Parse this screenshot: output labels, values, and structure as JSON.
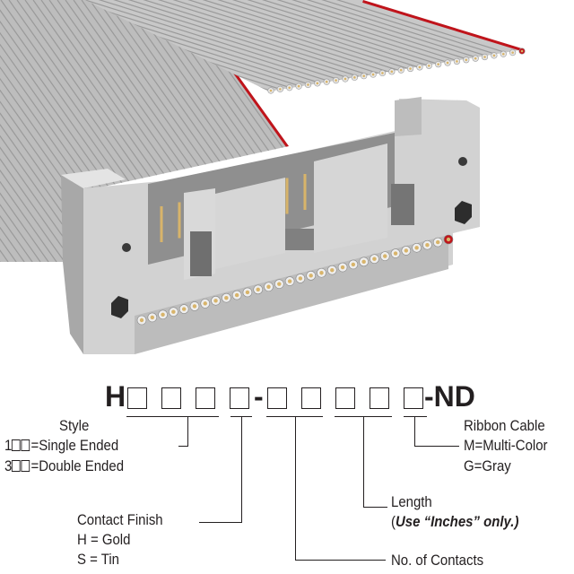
{
  "part_number": {
    "prefix": "H",
    "separator": "-",
    "suffix": "-ND"
  },
  "fields": {
    "style": {
      "title": "Style",
      "option1_prefix": "1",
      "option1": "=Single Ended",
      "option2_prefix": "3",
      "option2": "=Double Ended"
    },
    "contact_finish": {
      "title": "Contact Finish",
      "option1": "H = Gold",
      "option2": "S = Tin"
    },
    "contacts": {
      "title": "No. of Contacts"
    },
    "length": {
      "title": "Length",
      "note_open": "(",
      "note_bold": "Use “Inches” only.",
      "note_close": ")"
    },
    "ribbon": {
      "title": "Ribbon Cable",
      "option1": "M=Multi-Color",
      "option2": "G=Gray"
    }
  },
  "colors": {
    "cable": "#c9c9c9",
    "stripe": "#c0141b",
    "body": "#cfcfcf",
    "pin": "#d8b46a"
  }
}
